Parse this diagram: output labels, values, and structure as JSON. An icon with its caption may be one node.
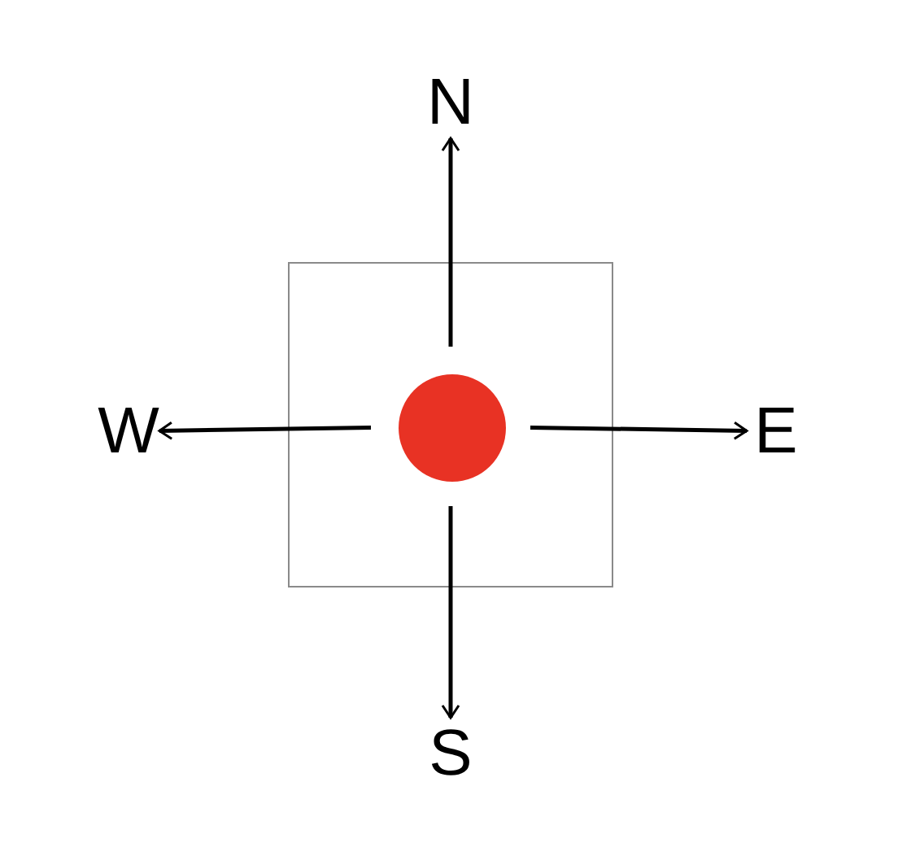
{
  "diagram": {
    "nodes": [
      {
        "text": [],
        "shape": "box"
      },
      {
        "text": [],
        "shape": "circle",
        "in": 0
      },
      {
        "text": [
          "N"
        ]
      },
      {
        "text": [
          "W"
        ]
      },
      {
        "text": [
          "E"
        ]
      },
      {
        "text": [
          "S"
        ]
      }
    ],
    "edges": [
      {
        "from": 1,
        "to": 2,
        "arrow": "to"
      },
      {
        "from": 1,
        "to": 3,
        "arrow": "to"
      },
      {
        "from": 1,
        "to": 4,
        "arrow": "to"
      },
      {
        "from": 1,
        "to": 5,
        "arrow": "to"
      }
    ]
  }
}
